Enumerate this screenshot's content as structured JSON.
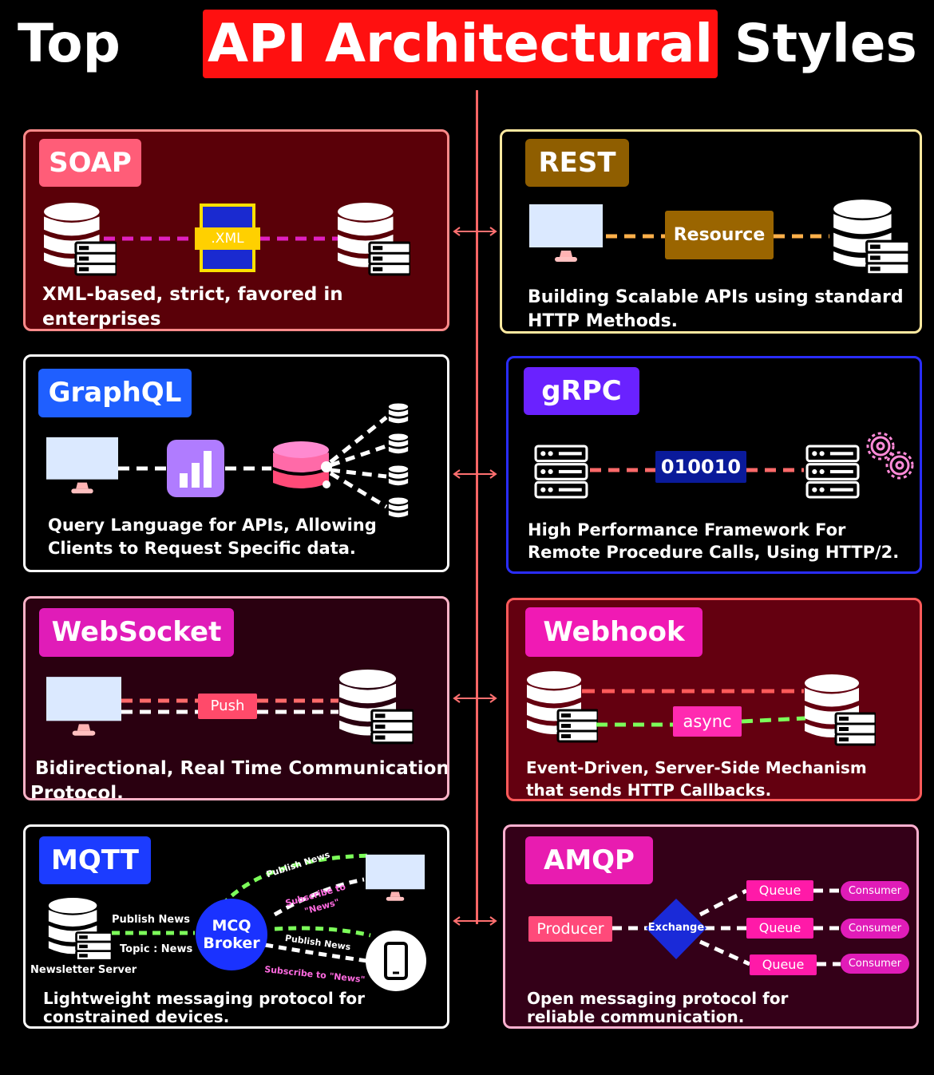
{
  "title": {
    "part1": "Top",
    "part2": "API Architectural",
    "part3": "Styles"
  },
  "panels": {
    "soap": {
      "name": "SOAP",
      "label": ".XML",
      "desc1": "XML-based, strict, favored in",
      "desc2": "enterprises"
    },
    "rest": {
      "name": "REST",
      "label": "Resource",
      "desc1": "Building Scalable APIs using standard",
      "desc2": "HTTP Methods."
    },
    "graphql": {
      "name": "GraphQL",
      "desc1": "Query Language for APIs, Allowing",
      "desc2": "Clients to Request Specific data."
    },
    "grpc": {
      "name": "gRPC",
      "label": "010010",
      "desc1": "High Performance Framework For",
      "desc2": "Remote Procedure Calls, Using HTTP/2."
    },
    "websocket": {
      "name": "WebSocket",
      "label": "Push",
      "desc1": "Bidirectional, Real Time Communication",
      "desc2": "Protocol."
    },
    "webhook": {
      "name": "Webhook",
      "label": "async",
      "desc1": "Event-Driven, Server-Side Mechanism",
      "desc2": "that sends HTTP Callbacks."
    },
    "mqtt": {
      "name": "MQTT",
      "broker1": "MCQ",
      "broker2": "Broker",
      "publish_news": "Publish News",
      "topic": "Topic : News",
      "server": "Newsletter Server",
      "pub1": "Publish News",
      "sub1a": "Subscribe to",
      "sub1b": "\"News\"",
      "pub2": "Publish News",
      "sub2": "Subscribe to \"News\"",
      "desc1": "Lightweight messaging protocol for",
      "desc2": "constrained devices."
    },
    "amqp": {
      "name": "AMQP",
      "producer": "Producer",
      "exchange": "Exchange",
      "queue1": "Queue",
      "queue2": "Queue",
      "queue3": "Queue",
      "consumer1": "Consumer",
      "consumer2": "Consumer",
      "consumer3": "Consumer",
      "desc1": "Open messaging protocol for",
      "desc2": "reliable communication."
    }
  },
  "colors": {
    "accent": "#ff1010",
    "soap": "#ff5577",
    "rest": "#8a5a00",
    "graphql": "#1f5fff",
    "grpc": "#6a22ff",
    "websocket": "#e01cb8",
    "webhook": "#f01ab4",
    "mqtt": "#1c3cff",
    "amqp": "#e81cb0"
  }
}
